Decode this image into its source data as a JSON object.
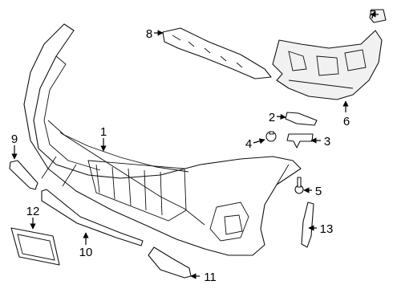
{
  "diagram": {
    "callouts": [
      {
        "id": "callout-1",
        "label": "1"
      },
      {
        "id": "callout-2",
        "label": "2"
      },
      {
        "id": "callout-3",
        "label": "3"
      },
      {
        "id": "callout-4",
        "label": "4"
      },
      {
        "id": "callout-5",
        "label": "5"
      },
      {
        "id": "callout-6",
        "label": "6"
      },
      {
        "id": "callout-7",
        "label": "7"
      },
      {
        "id": "callout-8",
        "label": "8"
      },
      {
        "id": "callout-9",
        "label": "9"
      },
      {
        "id": "callout-10",
        "label": "10"
      },
      {
        "id": "callout-11",
        "label": "11"
      },
      {
        "id": "callout-12",
        "label": "12"
      },
      {
        "id": "callout-13",
        "label": "13"
      }
    ]
  }
}
